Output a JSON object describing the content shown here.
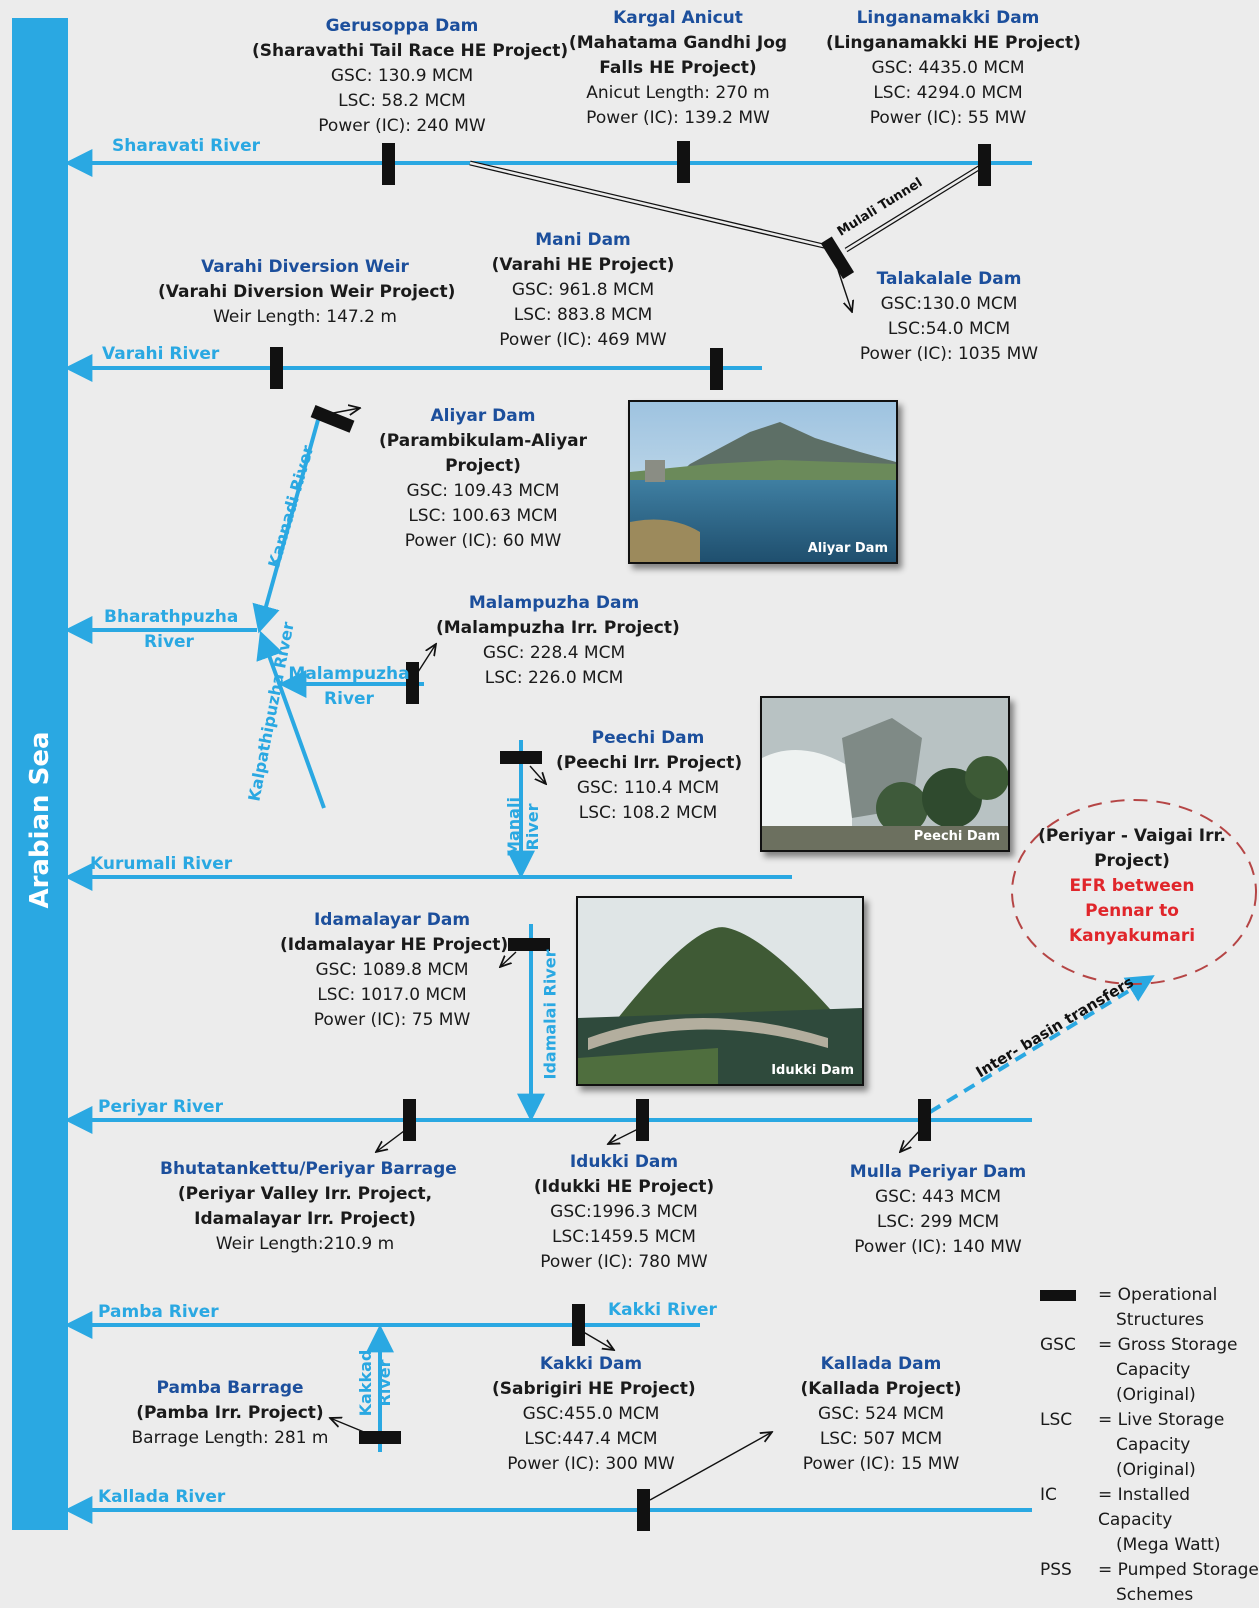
{
  "sea": "Arabian Sea",
  "rivers": {
    "sharavati": "Sharavati River",
    "varahi": "Varahi River",
    "bharathpuzha": [
      "Bharathpuzha",
      "River"
    ],
    "kannadi": "Kannadi River",
    "malampuzha": [
      "Malampuzha",
      "River"
    ],
    "kalpathipuzha": "Kalpathipuzha River",
    "manali": [
      "Manali",
      "River"
    ],
    "kurumali": "Kurumali River",
    "idamalai": "Idamalai  River",
    "periyar": "Periyar River",
    "pamba": "Pamba River",
    "kakki": "Kakki River",
    "kakkad": [
      "Kakkad",
      "River"
    ],
    "kallada": "Kallada River"
  },
  "tunnel": "Mulali Tunnel",
  "transfer": "Inter- basin transfers",
  "structures": {
    "gerusoppa": [
      "Gerusoppa Dam",
      "(Sharavathi Tail Race HE Project)",
      "GSC: 130.9 MCM",
      "LSC: 58.2 MCM",
      "Power (IC): 240 MW"
    ],
    "kargal": [
      "Kargal Anicut",
      "(Mahatama Gandhi Jog",
      "Falls HE Project)",
      "Anicut Length: 270 m",
      "Power (IC): 139.2  MW"
    ],
    "linganamakki": [
      "Linganamakki Dam",
      "(Linganamakki HE Project)",
      "GSC: 4435.0 MCM",
      "LSC: 4294.0 MCM",
      "Power (IC): 55 MW"
    ],
    "varahi_weir": [
      "Varahi Diversion Weir",
      "(Varahi Diversion Weir Project)",
      "Weir Length: 147.2 m"
    ],
    "mani": [
      "Mani Dam",
      "(Varahi HE Project)",
      "GSC: 961.8 MCM",
      "LSC: 883.8 MCM",
      "Power (IC): 469 MW"
    ],
    "talakalale": [
      "Talakalale Dam",
      "GSC:130.0 MCM",
      "LSC:54.0 MCM",
      "Power (IC): 1035 MW"
    ],
    "aliyar": [
      "Aliyar Dam",
      "(Parambikulam-Aliyar",
      "Project)",
      "GSC: 109.43 MCM",
      "LSC:  100.63 MCM",
      "Power (IC): 60 MW"
    ],
    "malampuzha": [
      "Malampuzha Dam",
      "(Malampuzha Irr. Project)",
      "GSC: 228.4 MCM",
      "LSC: 226.0 MCM"
    ],
    "peechi": [
      "Peechi Dam",
      "(Peechi  Irr. Project)",
      "GSC: 110.4 MCM",
      "LSC: 108.2 MCM"
    ],
    "idamalayar": [
      "Idamalayar Dam",
      "(Idamalayar HE Project)",
      "GSC: 1089.8 MCM",
      "LSC: 1017.0 MCM",
      "Power (IC): 75 MW"
    ],
    "bhutatankettu": [
      "Bhutatankettu/Periyar Barrage",
      "(Periyar Valley Irr. Project,",
      "Idamalayar Irr. Project)",
      "Weir Length:210.9 m"
    ],
    "idukki": [
      "Idukki Dam",
      "(Idukki HE Project)",
      "GSC:1996.3 MCM",
      "LSC:1459.5 MCM",
      "Power (IC): 780 MW"
    ],
    "mulla_periyar": [
      "Mulla Periyar Dam",
      "GSC: 443 MCM",
      "LSC: 299 MCM",
      "Power (IC): 140 MW"
    ],
    "pamba": [
      "Pamba Barrage",
      "(Pamba Irr. Project)",
      "Barrage Length: 281 m"
    ],
    "kakki": [
      "Kakki Dam",
      "(Sabrigiri HE Project)",
      "GSC:455.0 MCM",
      "LSC:447.4 MCM",
      "Power (IC): 300 MW"
    ],
    "kallada": [
      "Kallada Dam",
      "(Kallada Project)",
      "GSC: 524 MCM",
      "LSC: 507 MCM",
      "Power (IC): 15 MW"
    ]
  },
  "photos": {
    "aliyar": "Aliyar Dam",
    "peechi": "Peechi Dam",
    "idukki": "Idukki Dam"
  },
  "efr": {
    "line1": "(Periyar - Vaigai Irr.",
    "line2": "Project)",
    "line3": "EFR between",
    "line4": "Pennar to",
    "line5": "Kanyakumari"
  },
  "legend": [
    {
      "key": "",
      "desc": [
        "= Operational",
        "Structures"
      ]
    },
    {
      "key": "GSC",
      "desc": [
        "= Gross Storage",
        "Capacity (Original)"
      ]
    },
    {
      "key": "LSC",
      "desc": [
        "= Live Storage",
        "Capacity (Original)"
      ]
    },
    {
      "key": "IC",
      "desc": [
        "= Installed Capacity",
        "(Mega Watt)"
      ]
    },
    {
      "key": "PSS",
      "desc": [
        "= Pumped Storage",
        "Schemes"
      ]
    }
  ],
  "colors": {
    "river": "#2aa8e2",
    "structure": "#111111",
    "name": "#1c4f9c",
    "efr": "#e0262b",
    "efr_border": "#b54545"
  }
}
